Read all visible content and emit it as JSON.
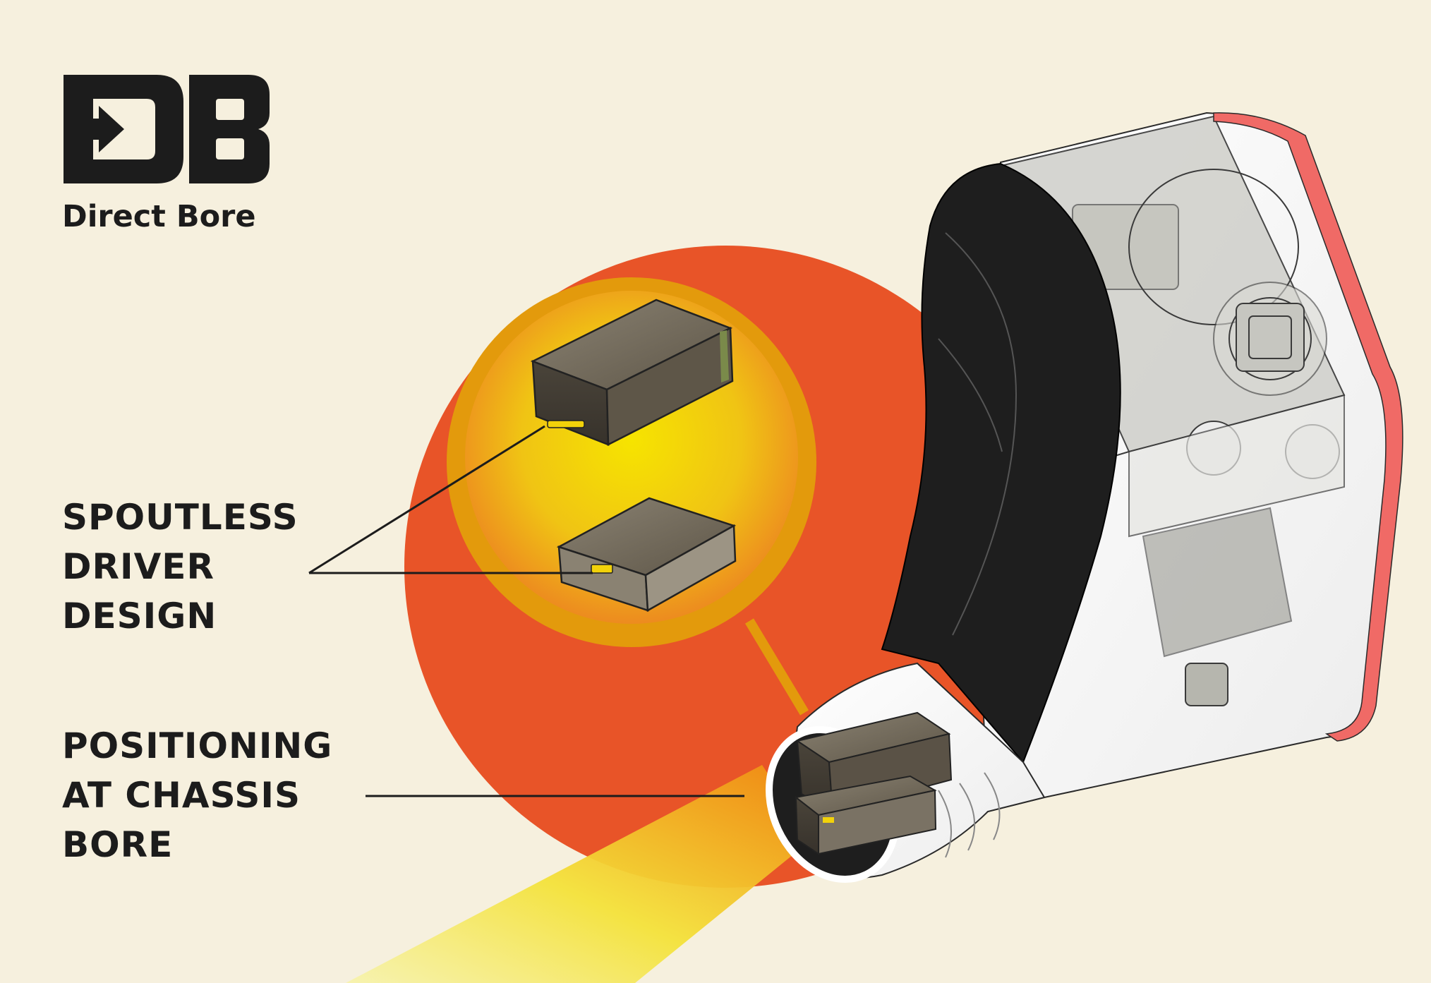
{
  "logo": {
    "mark": "DB",
    "name": "Direct Bore"
  },
  "callouts": {
    "spoutless": [
      "SPOUTLESS",
      "DRIVER",
      "DESIGN"
    ],
    "positioning": [
      "POSITIONING",
      "AT CHASSIS",
      "BORE"
    ]
  },
  "colors": {
    "background": "#f6f0de",
    "circle": "#e85428",
    "glow_inner": "#f2d20a",
    "glow_outer": "#f08a1a",
    "ring": "#e39a0c",
    "shell_dark": "#1e1e1e",
    "shell_accent": "#f06a66",
    "driver_body": "#6e6558",
    "ink": "#1c1c1c"
  }
}
